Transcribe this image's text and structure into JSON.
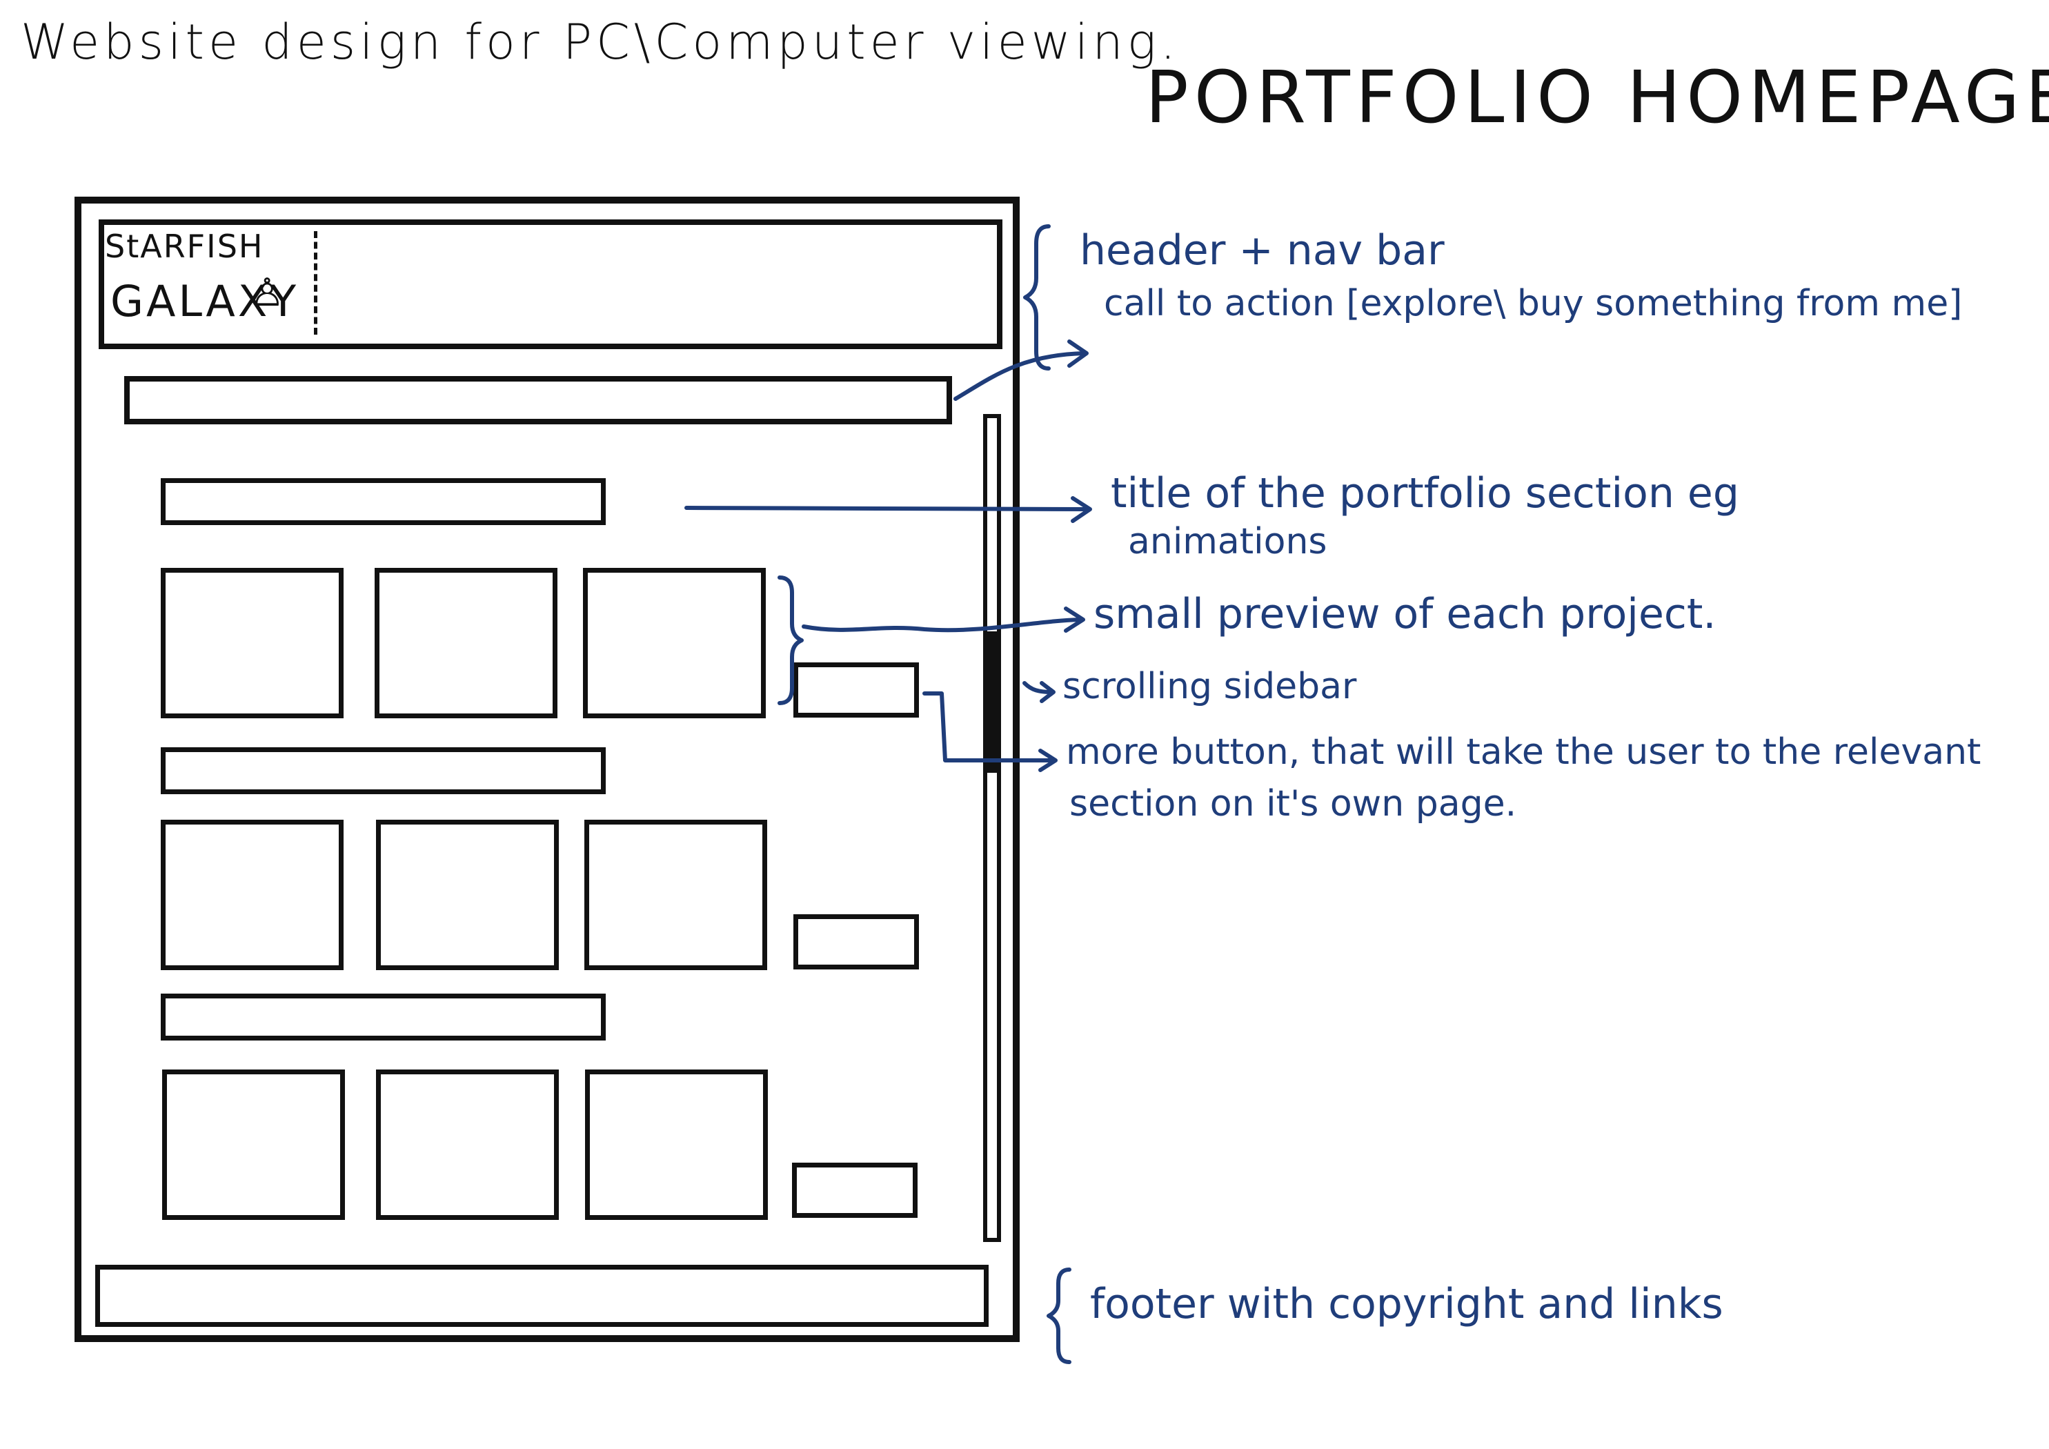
{
  "caption": "Website design for PC\\Computer viewing.",
  "title": "PORTFOLIO HOMEPAGE",
  "logo": {
    "line1": "StARFISH",
    "line2": "GALAXY",
    "icon": "rocket-icon"
  },
  "annotations": {
    "header": "header + nav bar",
    "cta": "call to action [explore\\ buy something from me]",
    "section_title_1": "title of the portfolio section eg",
    "section_title_2": "animations",
    "preview": "small preview of each project.",
    "scrolling": "scrolling sidebar",
    "more_1": "more button, that will take the user to the relevant",
    "more_2": "section on it's own page.",
    "footer": "footer with copyright and links"
  },
  "sections": [
    {
      "previews": 3
    },
    {
      "previews": 3
    },
    {
      "previews": 3
    }
  ],
  "colors": {
    "ink": "#111111",
    "annotation": "#1f3d7a",
    "background": "#ffffff"
  }
}
